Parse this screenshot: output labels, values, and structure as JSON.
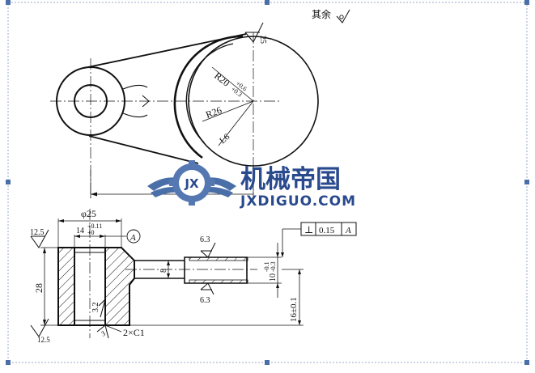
{
  "top_view": {
    "surface_note": "其余",
    "roughness_25": "25",
    "dim_r20": "R20",
    "dim_r20_tol_upper": "+0.6",
    "dim_r20_tol_lower": "+0.3",
    "dim_r26": "R26",
    "dim_l6": "L6"
  },
  "watermark": {
    "badge_text": "JX",
    "title_cn": "机械帝国",
    "url": "JXDIGUO.COM"
  },
  "section_view": {
    "dim_phi25": "φ25",
    "dim_14": "14",
    "dim_14_tol_upper": "+0.11",
    "dim_14_tol_lower": "+0",
    "datum_label": "A",
    "roughness_12_5_top": "12.5",
    "roughness_12_5_bottom": "12.5",
    "dim_28": "28",
    "roughness_3_2": "3.2",
    "roughness_3": "3",
    "chamfer": "2×C1",
    "dim_8": "8",
    "roughness_6_3_top": "6.3",
    "roughness_6_3_bottom": "6.3",
    "tol_symbol": "⊥",
    "tol_value": "0.15",
    "tol_datum": "A",
    "dim_10": "10",
    "dim_10_tol_upper": "-0.1",
    "dim_10_tol_lower": "-0.3",
    "dim_16": "16±0.1"
  }
}
